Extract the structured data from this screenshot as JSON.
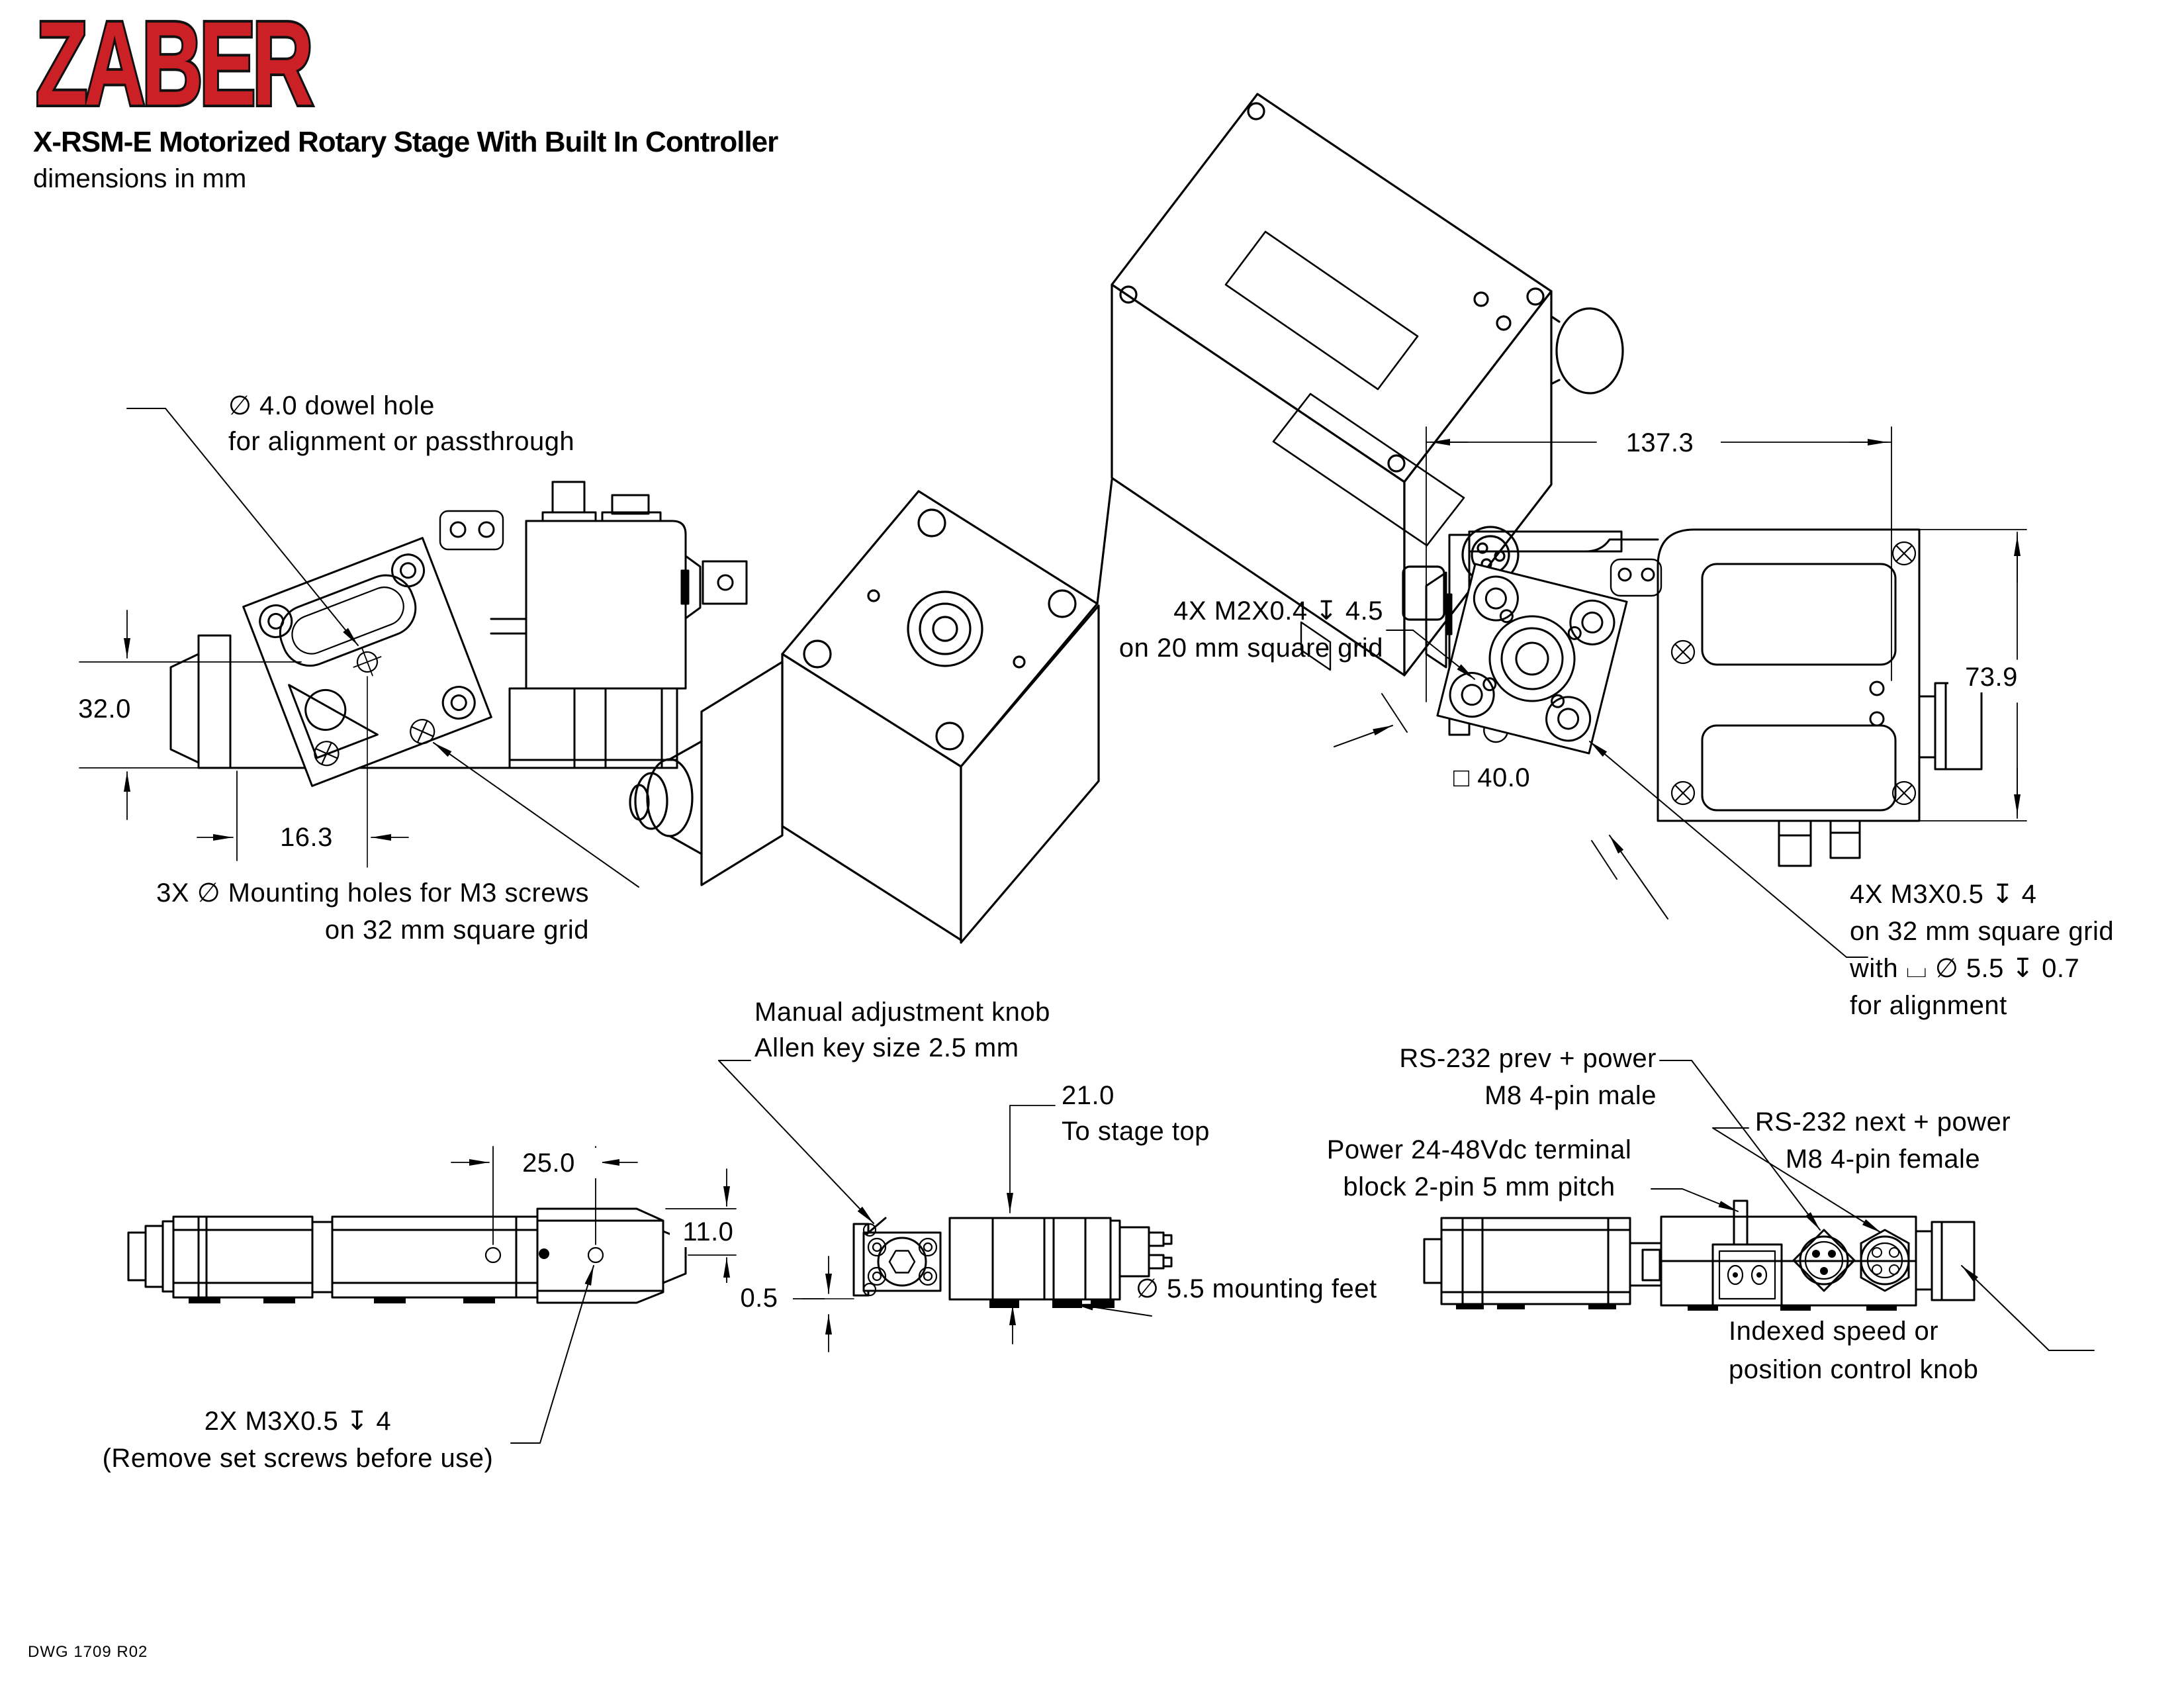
{
  "header": {
    "logo": "ZABER",
    "title": "X-RSM-E Motorized Rotary Stage With Built In Controller",
    "subtitle": "dimensions in mm"
  },
  "footer": {
    "drawing_number": "DWG 1709 R02"
  },
  "colors": {
    "logo_red": "#cb2026",
    "ink": "#000000",
    "paper": "#ffffff"
  },
  "symbols": {
    "diameter_icon": "∅",
    "depth_icon": "↧",
    "counterbore_icon": "⌴",
    "square_icon": "□"
  },
  "views": {
    "front": {
      "dim_height": "32.0",
      "dim_offset": "16.3",
      "note_dowel_1": "∅ 4.0 dowel hole",
      "note_dowel_2": "for alignment or passthrough",
      "note_mount_1": "3X ∅ Mounting holes for M3 screws",
      "note_mount_2": "on 32 mm square grid"
    },
    "rear": {
      "dim_width": "137.3",
      "dim_height": "73.9",
      "dim_square": "□ 40.0",
      "note_m2_1": "4X M2X0.4 ↧ 4.5",
      "note_m2_2": "on 20 mm square grid",
      "note_m3_1": "4X M3X0.5 ↧ 4",
      "note_m3_2": "on 32 mm square grid",
      "note_m3_3": "with ⌴  ∅ 5.5 ↧ 0.7",
      "note_m3_4": "for alignment"
    },
    "top": {
      "dim_spacing": "25.0",
      "dim_depth": "11.0",
      "note_setscrew_1": "2X M3X0.5 ↧ 4",
      "note_setscrew_2": "(Remove set screws before use)"
    },
    "side": {
      "note_knob_1": "Manual adjustment knob",
      "note_knob_2": "Allen key size 2.5 mm",
      "dim_stage_1": "21.0",
      "dim_stage_2": "To stage top",
      "dim_feet_gap": "0.5",
      "note_feet": "∅ 5.5 mounting feet"
    },
    "connectors": {
      "note_power_1": "Power 24-48Vdc terminal",
      "note_power_2": "block 2-pin 5 mm pitch",
      "note_prev_1": "RS-232 prev + power",
      "note_prev_2": "M8 4-pin male",
      "note_next_1": "RS-232 next + power",
      "note_next_2": "M8 4-pin female",
      "note_knob_1": "Indexed speed or",
      "note_knob_2": "position control knob"
    }
  }
}
